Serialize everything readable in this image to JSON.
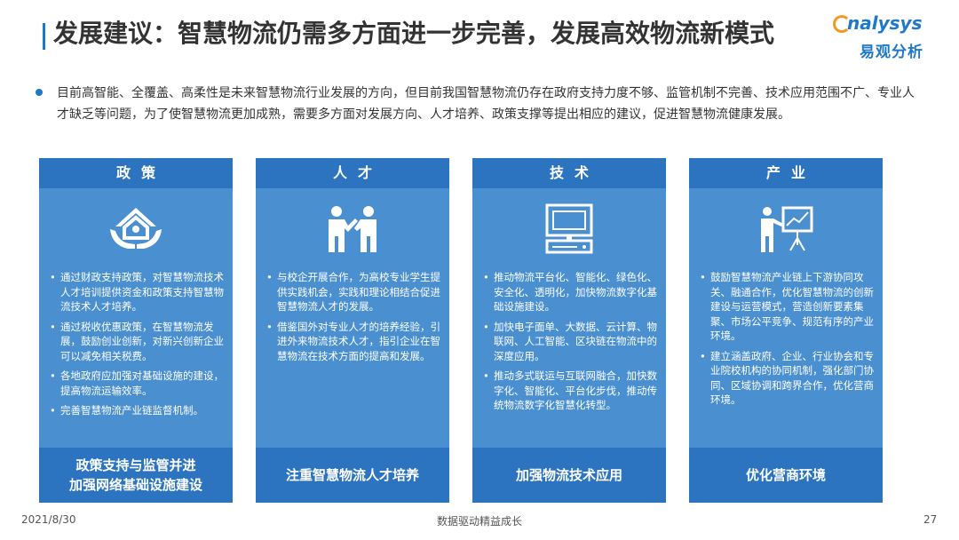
{
  "header": {
    "title": "发展建议：智慧物流仍需多方面进一步完善，发展高效物流新模式",
    "logo_en": "nalysys",
    "logo_cn": "易观分析"
  },
  "intro": "目前高智能、全覆盖、高柔性是未来智慧物流行业发展的方向，但目前我国智慧物流仍存在政府支持力度不够、监管机制不完善、技术应用范围不广、专业人才缺乏等问题，为了使智慧物流更加成熟，需要多方面对发展方向、人才培养、政策支撑等提出相应的建议，促进智慧物流健康发展。",
  "cards": [
    {
      "title": "政策",
      "icon": "hands-house-icon",
      "items": [
        "通过财政支持政策，对智慧物流技术人才培训提供资金和政策支持智慧物流技术人才培养。",
        "通过税收优惠政策，在智慧物流发展，鼓励创业创新，对新兴创新企业可以减免相关税费。",
        "各地政府应加强对基础设施的建设，提高物流运输效率。",
        "完善智慧物流产业链监督机制。"
      ],
      "footer": "政策支持与监管并进\n加强网络基础设施建设"
    },
    {
      "title": "人才",
      "icon": "people-icon",
      "items": [
        "与校企开展合作，为高校专业学生提供实践机会，实践和理论相结合促进智慧物流人才的发展。",
        "借鉴国外对专业人才的培养经验，引进外来物流技术人才，指引企业在智慧物流在技术方面的提高和发展。"
      ],
      "footer": "注重智慧物流人才培养"
    },
    {
      "title": "技术",
      "icon": "computer-icon",
      "items": [
        "推动物流平台化、智能化、绿色化、安全化、透明化，加快物流数字化基础设施建设。",
        "加快电子面单、大数据、云计算、物联网、人工智能、区块链在物流中的深度应用。",
        "推动多式联运与互联网融合，加快数字化、智能化、平台化步伐，推动传统物流数字化智慧化转型。"
      ],
      "footer": "加强物流技术应用"
    },
    {
      "title": "产业",
      "icon": "presenter-chart-icon",
      "items": [
        "鼓励智慧物流产业链上下游协同攻关、融通合作，优化智慧物流的创新建设与运营模式，营造创新要素集聚、市场公平竞争、规范有序的产业环境。",
        "建立涵盖政府、企业、行业协会和专业院校机构的协同机制，强化部门协同、区域协调和跨界合作，优化营商环境。"
      ],
      "footer": "优化营商环境"
    }
  ],
  "footer": {
    "date": "2021/8/30",
    "slogan": "数据驱动精益成长",
    "page": "27"
  },
  "colors": {
    "accent": "#1f78c8",
    "card_body": "#4a8fd0",
    "card_band": "#2c74bf",
    "logo_orange": "#f39a1e"
  }
}
